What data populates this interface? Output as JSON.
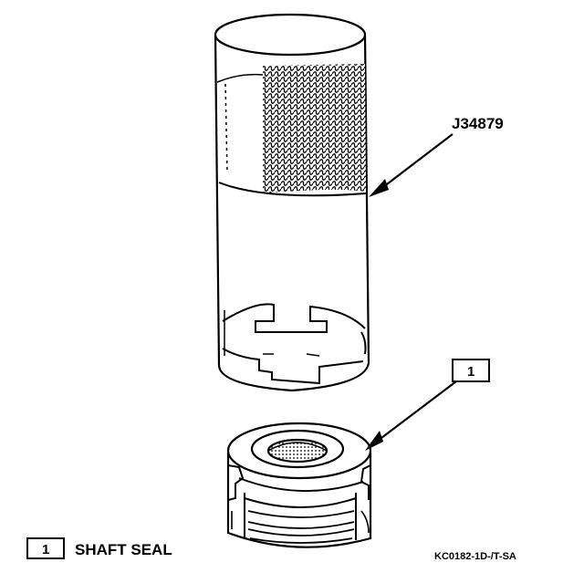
{
  "diagram": {
    "tool_label": "J34879",
    "callout_number": "1",
    "legend": {
      "number": "1",
      "text": "SHAFT SEAL"
    },
    "figure_code": "KC0182-1D-/T-SA"
  }
}
